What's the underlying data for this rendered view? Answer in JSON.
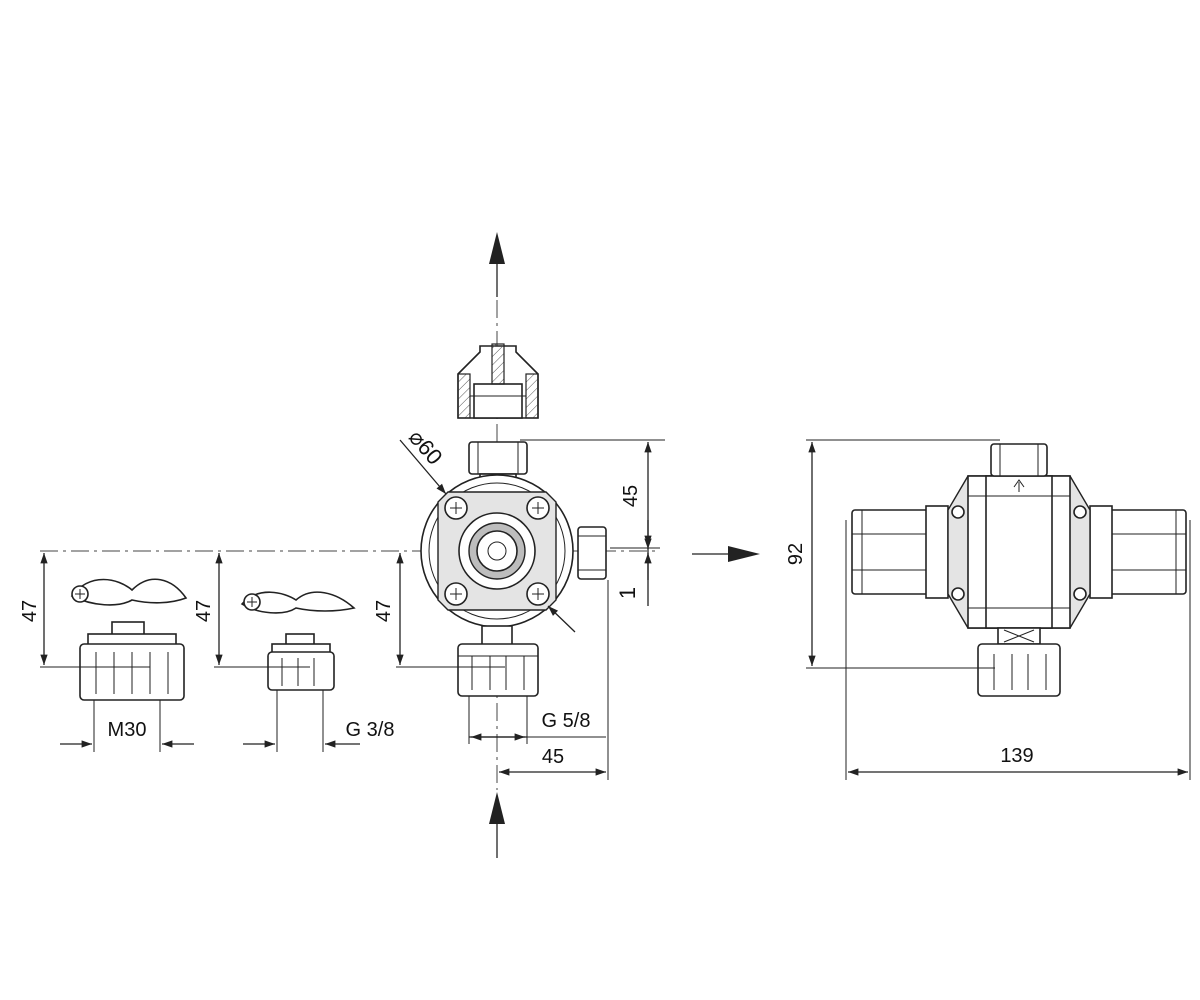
{
  "dimensions": {
    "height_valve_1": "47",
    "height_valve_2": "47",
    "height_body": "47",
    "top_height": "45",
    "offset": "1",
    "diameter": "⌀60",
    "thread_m30": "M30",
    "thread_g38": "G 3/8",
    "thread_g58": "G 5/8",
    "bottom_width": "45",
    "side_height": "92",
    "side_width": "139"
  },
  "colors": {
    "line": "#222222",
    "fill_grey": "#e4e4e4",
    "fill_dark": "#bdbdbd"
  }
}
